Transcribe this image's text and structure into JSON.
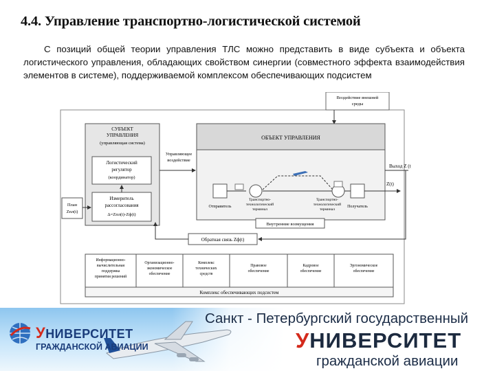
{
  "title": "4.4. Управление транспортно-логистической системой",
  "paragraph": "С позиций общей теории управления ТЛС можно представить в виде субъекта и объекта логистического управления, обладающих свойством синергии (совместного эффекта взаимодействия элементов в системе), поддерживаемой комплексом обеспечивающих подсистем",
  "diagram": {
    "external": [
      "Воздействие внешней",
      "среды"
    ],
    "subject": [
      "СУБЪЕКТ",
      "УПРАВЛЕНИЯ",
      "(управляющая система)"
    ],
    "regulator": [
      "Логистический",
      "регулятор",
      "(координатор)"
    ],
    "measurer": [
      "Измеритель",
      "рассогласования",
      "Δ=Zпл(t)-Zф(t)"
    ],
    "control_action": [
      "Управляющее",
      "воздействие"
    ],
    "object": "ОБЪЕКТ УПРАВЛЕНИЯ",
    "output": "Выход Z (t)",
    "zt": "Z(t)",
    "plan": [
      "План",
      "Zпл(t)"
    ],
    "sender": "Отправитель",
    "receiver": "Получатель",
    "terminal1": [
      "Транспортно-",
      "технологический",
      "терминал"
    ],
    "terminal2": [
      "Транспортно-",
      "технологический",
      "терминал"
    ],
    "internal": "Внутренние возмущения",
    "feedback": "Обратная связь Zф(t)",
    "subsystems": [
      [
        "Информационно-",
        "вычислительная",
        "поддержка",
        "принятия решений"
      ],
      [
        "Организационно-",
        "экономическое",
        "обеспечение"
      ],
      [
        "Комплекс",
        "технических",
        "средств"
      ],
      [
        "Правовое",
        "обеспечение"
      ],
      [
        "Кадровое",
        "обеспечение"
      ],
      [
        "Эргономическое",
        "обеспечение"
      ]
    ],
    "complex": "Комплекс обеспечивающих подсистем"
  },
  "banner": {
    "line1": "Санкт - Петербургский государственный",
    "line2_first": "У",
    "line2_rest": "НИВЕРСИТЕТ",
    "line3": "гражданской авиации",
    "logo_first": "У",
    "logo_rest": "НИВЕРСИТЕТ",
    "logo_line2": "ГРАЖДАНСКОЙ АВИАЦИИ"
  }
}
